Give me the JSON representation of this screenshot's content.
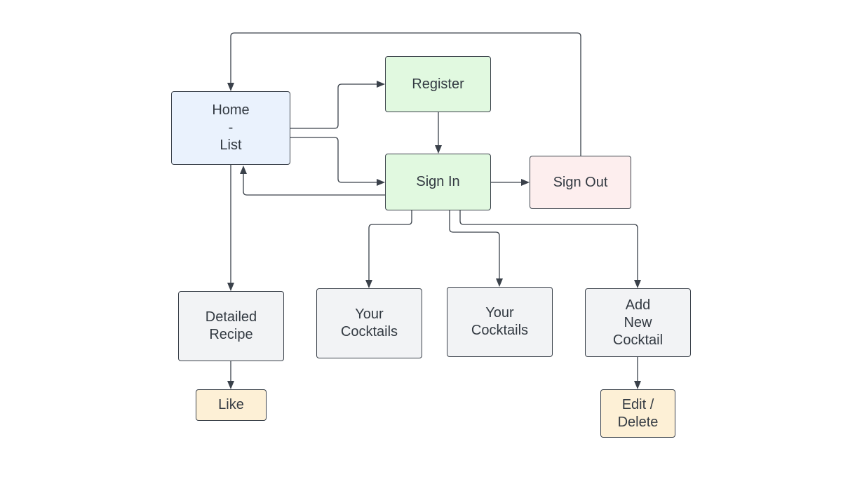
{
  "diagram": {
    "nodes": {
      "home": {
        "label": "Home\n-\nList"
      },
      "register": {
        "label": "Register"
      },
      "sign_in": {
        "label": "Sign In"
      },
      "sign_out": {
        "label": "Sign Out"
      },
      "detailed_recipe": {
        "label": "Detailed\nRecipe"
      },
      "your_cocktails_1": {
        "label": "Your\nCocktails"
      },
      "your_cocktails_2": {
        "label": "Your\nCocktails"
      },
      "add_new_cocktail": {
        "label": "Add\nNew\nCocktail"
      },
      "like": {
        "label": "Like"
      },
      "edit_delete": {
        "label": "Edit /\nDelete"
      }
    },
    "edges": [
      {
        "from": "Home - List",
        "to": "Register"
      },
      {
        "from": "Home - List",
        "to": "Sign In"
      },
      {
        "from": "Sign In",
        "to": "Home - List"
      },
      {
        "from": "Register",
        "to": "Sign In"
      },
      {
        "from": "Sign In",
        "to": "Sign Out"
      },
      {
        "from": "Sign Out",
        "to": "Home - List"
      },
      {
        "from": "Home - List",
        "to": "Detailed Recipe"
      },
      {
        "from": "Detailed Recipe",
        "to": "Like"
      },
      {
        "from": "Sign In",
        "to": "Your Cocktails"
      },
      {
        "from": "Sign In",
        "to": "Your Cocktails"
      },
      {
        "from": "Sign In",
        "to": "Add New Cocktail"
      },
      {
        "from": "Add New Cocktail",
        "to": "Edit / Delete"
      }
    ],
    "colors": {
      "home": "#eaf2fd",
      "register_sign_in": "#e1f9e0",
      "sign_out": "#fdeeee",
      "pages": "#f2f3f5",
      "actions": "#fdf0d6",
      "stroke": "#3a414a"
    }
  }
}
